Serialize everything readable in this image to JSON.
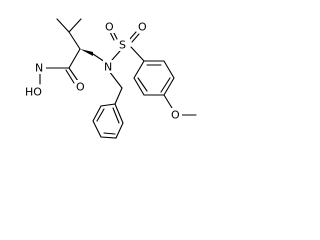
{
  "molecule": {
    "atoms": {
      "nh": "N",
      "hydroxyl": "HO",
      "carbonyl_o": "O",
      "n_sulfonamide": "N",
      "s": "S",
      "so1": "O",
      "so2": "O",
      "ome_o": "O"
    },
    "wedge_bond": "stereo center (solid wedge)"
  },
  "colors": {
    "bonds": "#000000",
    "labels": "#000000",
    "background": "#ffffff"
  }
}
